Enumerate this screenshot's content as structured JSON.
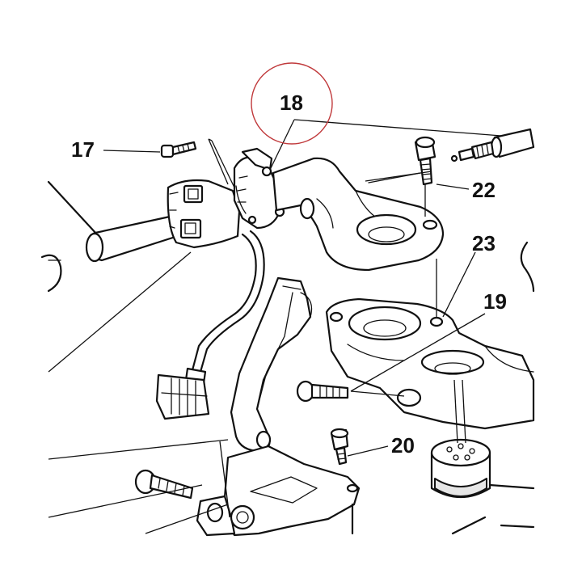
{
  "highlight": {
    "target": "18",
    "color": "#c0393b"
  },
  "callouts": [
    {
      "id": "c17",
      "label": "17"
    },
    {
      "id": "c18",
      "label": "18"
    },
    {
      "id": "c19",
      "label": "19"
    },
    {
      "id": "c20",
      "label": "20"
    },
    {
      "id": "c22",
      "label": "22"
    },
    {
      "id": "c23",
      "label": "23"
    }
  ]
}
